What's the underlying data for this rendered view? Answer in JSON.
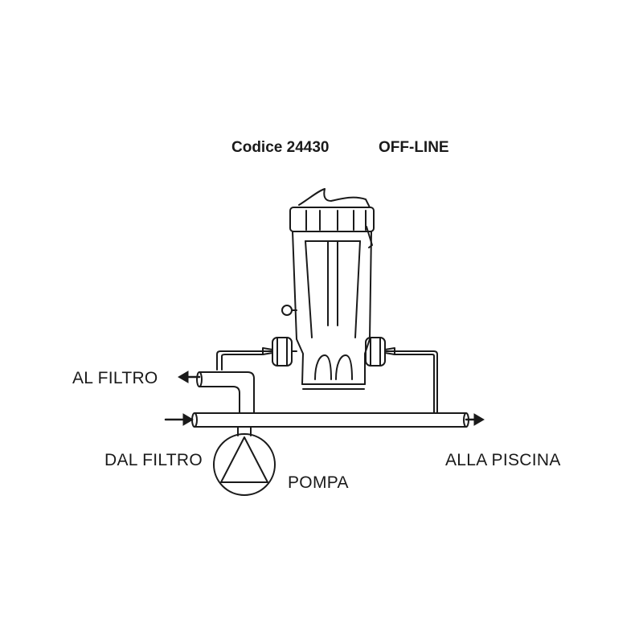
{
  "title": {
    "code": "Codice 24430",
    "mode": "OFF-LINE"
  },
  "labels": {
    "outlet_to_filter": "AL FILTRO",
    "inlet_from_filter": "DAL FILTRO",
    "pump": "POMPA",
    "outlet_to_pool": "ALLA PISCINA"
  },
  "colors": {
    "line": "#1a1a1a",
    "background": "#ffffff"
  }
}
